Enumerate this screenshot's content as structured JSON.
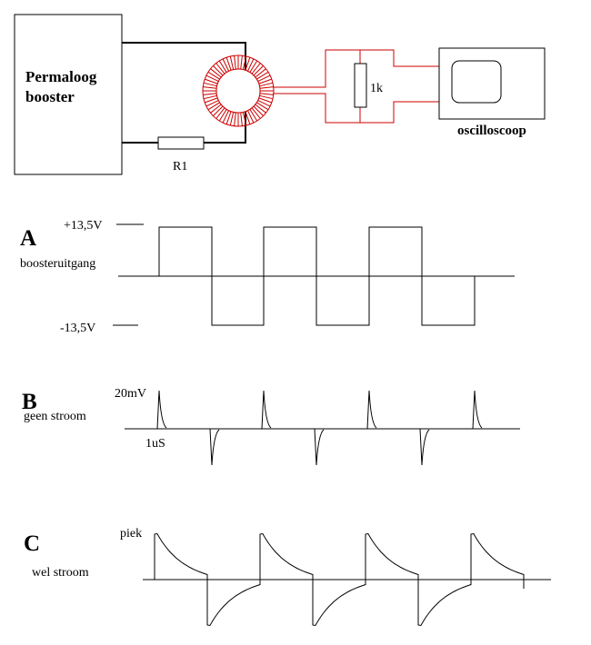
{
  "circuit": {
    "booster_line1": "Permaloog",
    "booster_line2": "booster",
    "resistor_label": "R1",
    "shunt_label": "1k",
    "scope_label": "oscilloscoop",
    "colors": {
      "wire": "#000000",
      "probe": "#cc0000",
      "coil": "#cc0000"
    }
  },
  "panel_a": {
    "letter": "A",
    "caption": "boosteruitgang",
    "high_label": "+13,5V",
    "low_label": "-13,5V"
  },
  "panel_b": {
    "letter": "B",
    "caption": "geen stroom",
    "amplitude_label": "20mV",
    "time_label": "1uS"
  },
  "panel_c": {
    "letter": "C",
    "caption": "wel stroom",
    "peak_label": "piek"
  }
}
